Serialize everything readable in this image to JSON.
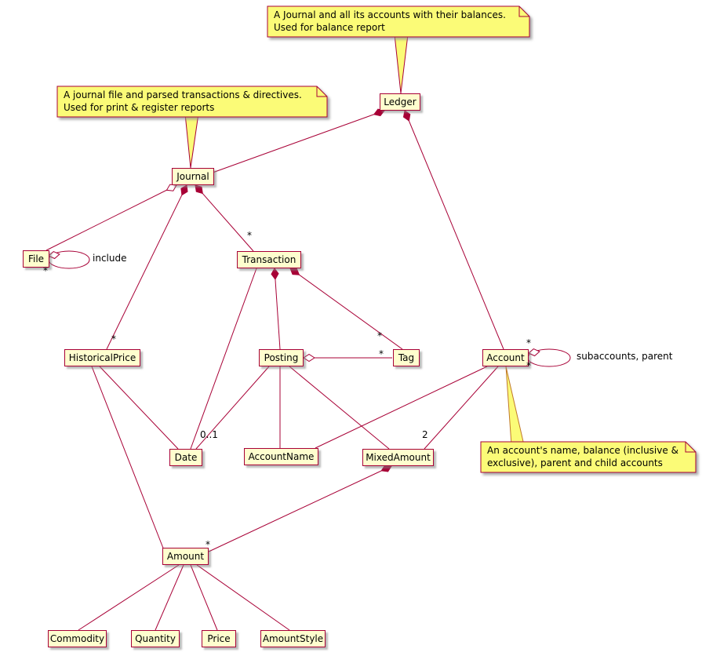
{
  "diagram": {
    "classes": {
      "ledger": "Ledger",
      "journal": "Journal",
      "file": "File",
      "transaction": "Transaction",
      "historical_price": "HistoricalPrice",
      "posting": "Posting",
      "tag": "Tag",
      "account": "Account",
      "date": "Date",
      "account_name": "AccountName",
      "mixed_amount": "MixedAmount",
      "amount": "Amount",
      "commodity": "Commodity",
      "quantity": "Quantity",
      "price": "Price",
      "amount_style": "AmountStyle"
    },
    "notes": {
      "ledger": "A Journal and all its accounts with their balances.\nUsed for balance report",
      "journal": "A journal file and parsed transactions & directives.\nUsed for print & register reports",
      "account": "An account's name, balance (inclusive &\nexclusive), parent and child accounts"
    },
    "edge_labels": {
      "include": "include",
      "subaccounts_parent": "subaccounts, parent",
      "many": "*",
      "optional": "0..1",
      "two": "2"
    },
    "colors": {
      "class_fill": "#FEFECE",
      "note_fill": "#FBFB77",
      "border": "#A80036",
      "line": "#A80036",
      "account_note_pointer": "#C0782A"
    }
  }
}
